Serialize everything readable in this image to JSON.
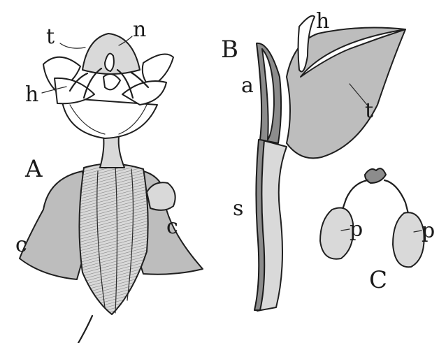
{
  "figure": {
    "labels": {
      "A": "A",
      "B": "B",
      "C": "C",
      "t_A": "t",
      "n_A": "n",
      "h_A": "h",
      "c_left": "c",
      "c_right": "c",
      "a_B": "a",
      "h_B": "h",
      "t_B": "t",
      "s_B": "s",
      "p_left": "p",
      "p_right": "p"
    }
  }
}
